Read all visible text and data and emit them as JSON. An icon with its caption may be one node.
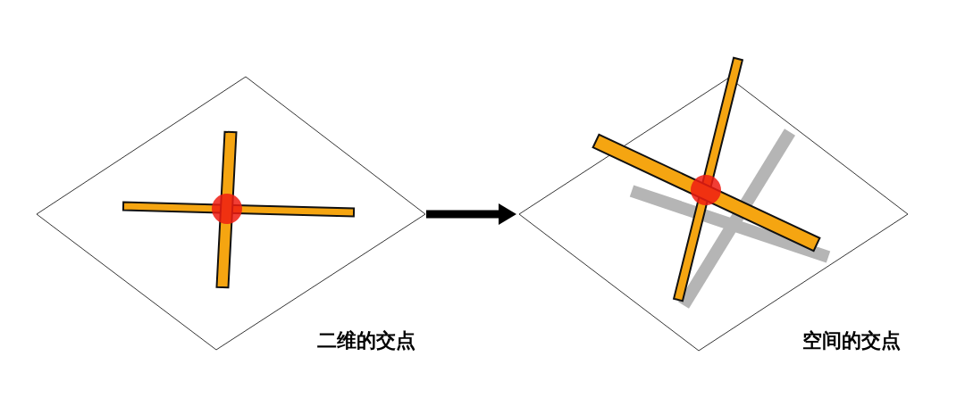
{
  "diagram": {
    "nodes": [
      {
        "text": [],
        "shape": "diamond",
        "beside": [
          "二维的交点"
        ]
      },
      {
        "text": [],
        "shape": "diamond",
        "beside": [
          "空间的交点"
        ]
      }
    ],
    "edges": [
      {
        "from": 0,
        "to": 1,
        "arrow": "to"
      }
    ]
  }
}
